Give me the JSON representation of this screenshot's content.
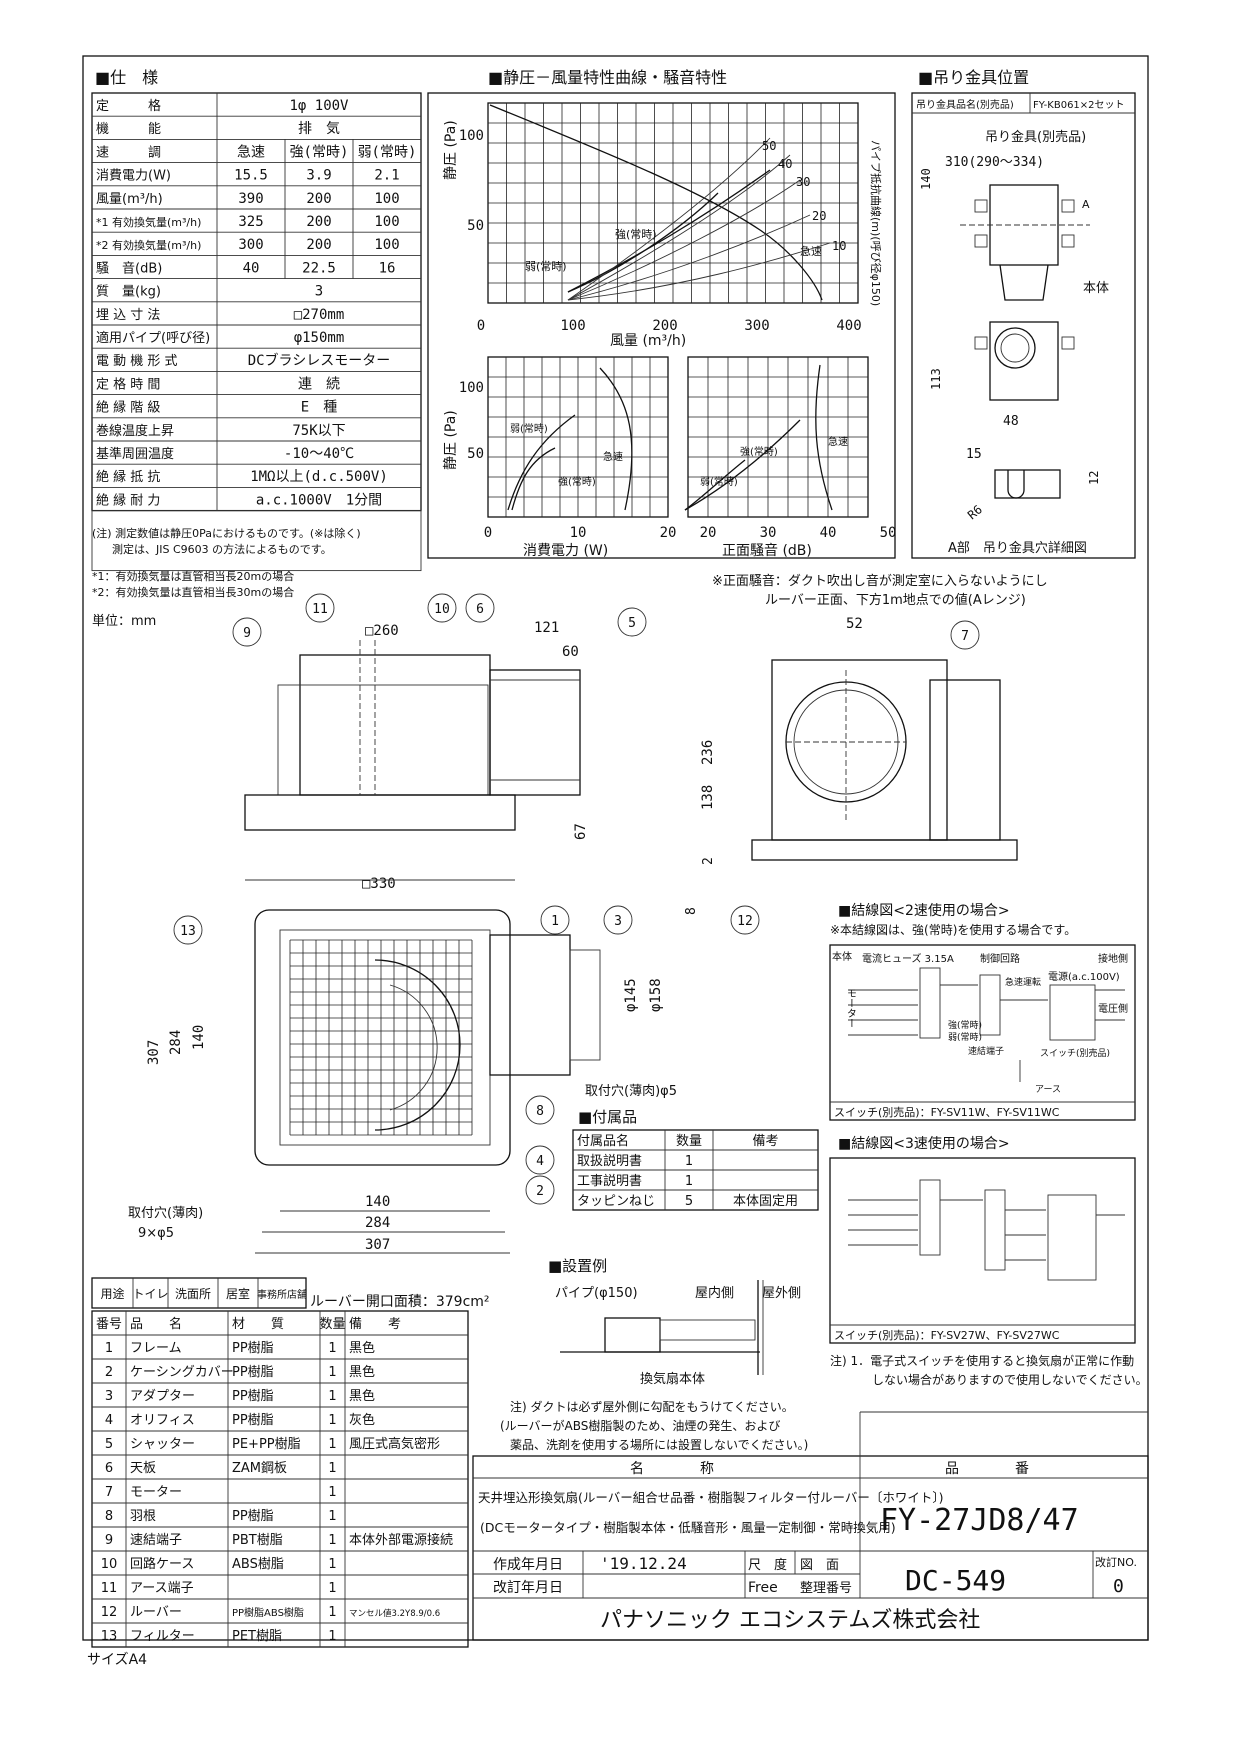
{
  "spec": {
    "heading": "■仕　様",
    "rows": [
      [
        "定　　　格",
        "1φ 100V"
      ],
      [
        "機　　　能",
        "排　気"
      ],
      [
        "速　　　調",
        "急速",
        "強(常時)",
        "弱(常時)"
      ],
      [
        "消費電力(W)",
        "15.5",
        "3.9",
        "2.1"
      ],
      [
        "風量(m³/h)",
        "390",
        "200",
        "100"
      ],
      [
        "*1 有効換気量(m³/h)",
        "325",
        "200",
        "100"
      ],
      [
        "*2 有効換気量(m³/h)",
        "300",
        "200",
        "100"
      ],
      [
        "騒　音(dB)",
        "40",
        "22.5",
        "16"
      ],
      [
        "質　量(kg)",
        "3"
      ],
      [
        "埋 込 寸 法",
        "□270mm"
      ],
      [
        "適用パイプ(呼び径)",
        "φ150mm"
      ],
      [
        "電 動 機 形 式",
        "DCブラシレスモーター"
      ],
      [
        "定 格 時 間",
        "連　続"
      ],
      [
        "絶 縁 階 級",
        "E　種"
      ],
      [
        "巻線温度上昇",
        "75K以下"
      ],
      [
        "基準周囲温度",
        "-10～40℃"
      ],
      [
        "絶 縁 抵 抗",
        "1MΩ以上(d.c.500V)"
      ],
      [
        "絶 縁 耐 力",
        "a.c.1000V　1分間"
      ]
    ],
    "note1": "(注) 測定数値は静圧0Paにおけるものです。(※は除く)",
    "note2": "測定は、JIS C9603 の方法によるものです。",
    "foot1": "*1：有効換気量は直管相当長20mの場合",
    "foot2": "*2：有効換気量は直管相当長30mの場合",
    "unit": "単位：mm"
  },
  "curve": {
    "heading": "■静圧－風量特性曲線・騒音特性",
    "ylabel": "静圧 (Pa)",
    "xlabel": "風量 (m³/h)",
    "x_ticks": [
      "0",
      "100",
      "200",
      "300",
      "400"
    ],
    "y_ticks": [
      "100",
      "50",
      "0"
    ],
    "pipe_label": "パイプ抵抗曲線(m)(呼び径φ150)",
    "pipe_values": [
      "50",
      "40",
      "30",
      "20",
      "10"
    ],
    "mode_labels": [
      "急速",
      "強(常時)",
      "弱(常時)"
    ],
    "power_xlabel": "消費電力 (W)",
    "power_ticks": [
      "0",
      "10",
      "20"
    ],
    "noise_xlabel": "正面騒音 (dB)",
    "noise_ticks": [
      "20",
      "30",
      "40",
      "50"
    ],
    "power_ylabel": "静圧 (Pa)"
  },
  "hanger": {
    "heading": "■吊り金具位置",
    "part_label": "吊り金具品名(別売品)",
    "part_value": "FY-KB061×2セット",
    "title": "吊り金具(別売品)",
    "dim1": "310(290～334)",
    "dim_140": "140",
    "body": "本体",
    "dim_113": "113",
    "dim_48": "48",
    "dim_15": "15",
    "dim_12": "12",
    "r6": "R6",
    "a": "A",
    "caption": "A部　吊り金具穴詳細図"
  },
  "drawing": {
    "note_a": "※正面騒音：ダクト吹出し音が測定室に入らないようにし",
    "note_b": "ルーバー正面、下方1m地点での値(Aレンジ)",
    "d260": "□260",
    "d121": "121",
    "d60": "60",
    "d52": "52",
    "d67": "67",
    "d330": "□330",
    "d236": "236",
    "d138": "138",
    "d2": "2",
    "d8": "8",
    "d307": "307",
    "d284": "284",
    "d140": "140",
    "d145": "φ145",
    "d158": "φ158",
    "hole1": "取付穴(薄肉)φ5",
    "hole2a": "取付穴(薄肉)",
    "hole2b": "9×φ5",
    "b140": "140",
    "b284": "284",
    "b307": "307",
    "balloons": [
      "1",
      "2",
      "3",
      "4",
      "5",
      "6",
      "7",
      "8",
      "9",
      "10",
      "11",
      "12",
      "13"
    ]
  },
  "accessories": {
    "heading": "■付属品",
    "cols": [
      "付属品名",
      "数量",
      "備考"
    ],
    "rows": [
      [
        "取扱説明書",
        "1",
        ""
      ],
      [
        "工事説明書",
        "1",
        ""
      ],
      [
        "タッピンねじ",
        "5",
        "本体固定用"
      ]
    ]
  },
  "wiring2": {
    "heading": "■結線図<2速使用の場合>",
    "note": "※本結線図は、強(常時)を使用する場合です。",
    "body": "本体",
    "motor": "モーター",
    "fuse": "電流ヒューズ 3.15A",
    "circuit": "制御回路",
    "ground_side": "接地側",
    "power": "電源(a.c.100V)",
    "voltage_side": "電圧側",
    "quick": "急速運転",
    "strong": "強(常時)",
    "weak": "弱(常時)",
    "terminal": "速結端子",
    "switch": "スイッチ(別売品)",
    "earth": "アース",
    "switch_models": "スイッチ(別売品)：FY-SV11W、FY-SV11WC"
  },
  "wiring3": {
    "heading": "■結線図<3速使用の場合>",
    "switch_models": "スイッチ(別売品)：FY-SV27W、FY-SV27WC",
    "note1": "注) 1．電子式スイッチを使用すると換気扇が正常に作動",
    "note2": "しない場合がありますので使用しないでください。"
  },
  "install": {
    "heading": "■設置例",
    "pipe": "パイプ(φ150)",
    "indoor": "屋内側",
    "outdoor": "屋外側",
    "body": "換気扇本体",
    "note1": "注) ダクトは必ず屋外側に勾配をもうけてください。",
    "note2": "(ルーバーがABS樹脂製のため、油煙の発生、および",
    "note3": "薬品、洗剤を使用する場所には設置しないでください。)"
  },
  "usage": {
    "cells": [
      "用途",
      "トイレ",
      "洗面所",
      "居室",
      "事務所店舗"
    ],
    "louver": "ルーバー開口面積：379cm²"
  },
  "parts": {
    "cols": [
      "番号",
      "品　　名",
      "材　　質",
      "数量",
      "備　　考"
    ],
    "rows": [
      [
        "1",
        "フレーム",
        "PP樹脂",
        "1",
        "黒色"
      ],
      [
        "2",
        "ケーシングカバー",
        "PP樹脂",
        "1",
        "黒色"
      ],
      [
        "3",
        "アダプター",
        "PP樹脂",
        "1",
        "黒色"
      ],
      [
        "4",
        "オリフィス",
        "PP樹脂",
        "1",
        "灰色"
      ],
      [
        "5",
        "シャッター",
        "PE+PP樹脂",
        "1",
        "風圧式高気密形"
      ],
      [
        "6",
        "天板",
        "ZAM鋼板",
        "1",
        ""
      ],
      [
        "7",
        "モーター",
        "",
        "1",
        ""
      ],
      [
        "8",
        "羽根",
        "PP樹脂",
        "1",
        ""
      ],
      [
        "9",
        "速結端子",
        "PBT樹脂",
        "1",
        "本体外部電源接続"
      ],
      [
        "10",
        "回路ケース",
        "ABS樹脂",
        "1",
        ""
      ],
      [
        "11",
        "アース端子",
        "",
        "1",
        ""
      ],
      [
        "12",
        "ルーバー",
        "PP樹脂ABS樹脂",
        "1",
        "マンセル値3.2Y8.9/0.6"
      ],
      [
        "13",
        "フィルター",
        "PET樹脂",
        "1",
        ""
      ]
    ]
  },
  "title": {
    "name_h": "名　　　　称",
    "name1": "天井埋込形換気扇(ルーバー組合せ品番・樹脂製フィルター付ルーバー〔ホワイト〕)",
    "name2": "(DCモータータイプ・樹脂製本体・低騒音形・風量一定制御・常時換気用)",
    "model_h": "品　　　　番",
    "model": "FY-27JD8/47",
    "made_label": "作成年月日",
    "made": "'19.12.24",
    "scale_label": "尺　度",
    "scale": "Free",
    "fig_label": "図　面",
    "num_label": "整理番号",
    "revised_label": "改訂年月日",
    "doc": "DC-549",
    "rev_label": "改訂NO.",
    "rev": "0",
    "company": "パナソニック エコシステムズ株式会社"
  },
  "size": "サイズA4"
}
